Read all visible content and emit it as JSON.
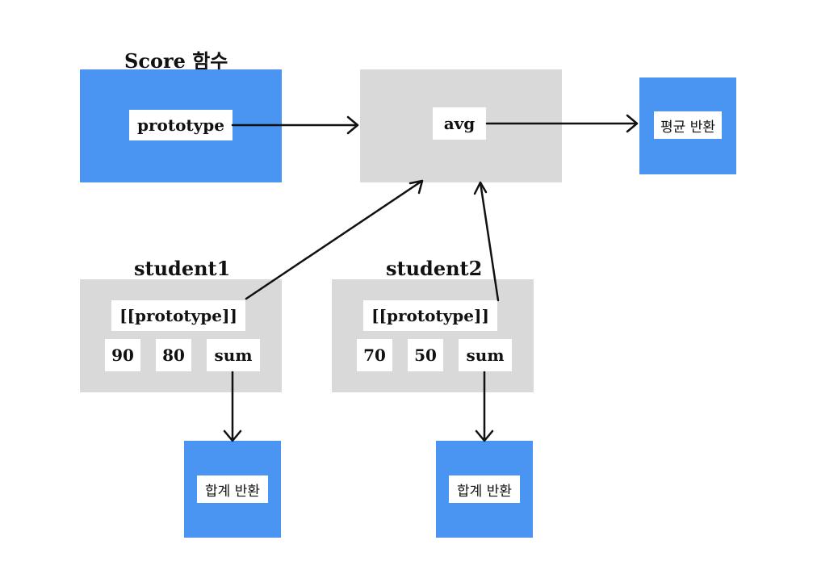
{
  "score": {
    "title": "Score 함수",
    "prototype_label": "prototype"
  },
  "avg": {
    "label": "avg"
  },
  "avg_result": {
    "label": "평균 반환"
  },
  "student1": {
    "title": "student1",
    "proto_label": "[[prototype]]",
    "values": [
      "90",
      "80"
    ],
    "method_label": "sum",
    "result_label": "합계 반환"
  },
  "student2": {
    "title": "student2",
    "proto_label": "[[prototype]]",
    "values": [
      "70",
      "50"
    ],
    "method_label": "sum",
    "result_label": "합계 반환"
  },
  "colors": {
    "blue": "#4a94f2",
    "gray": "#d9d9d9",
    "arrow": "#111111"
  }
}
